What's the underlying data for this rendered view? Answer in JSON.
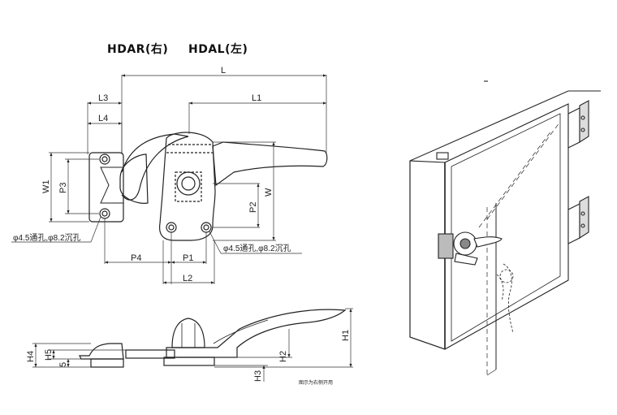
{
  "header": {
    "model_right": "HDAR(右)",
    "model_left": "HDAL(左)"
  },
  "dimensions": {
    "L": "L",
    "L1": "L1",
    "L2": "L2",
    "L3": "L3",
    "L4": "L4",
    "W": "W",
    "W1": "W1",
    "P1": "P1",
    "P2": "P2",
    "P3": "P3",
    "P4": "P4",
    "H1": "H1",
    "H2": "H2",
    "H3": "H3",
    "H4": "H4",
    "H5": "H5",
    "five": "5"
  },
  "callouts": {
    "hole_left": "φ4.5通孔,φ8.2沉孔",
    "hole_right": "φ4.5通孔,φ8.2沉孔"
  },
  "footnote": "图示为右侧开用"
}
